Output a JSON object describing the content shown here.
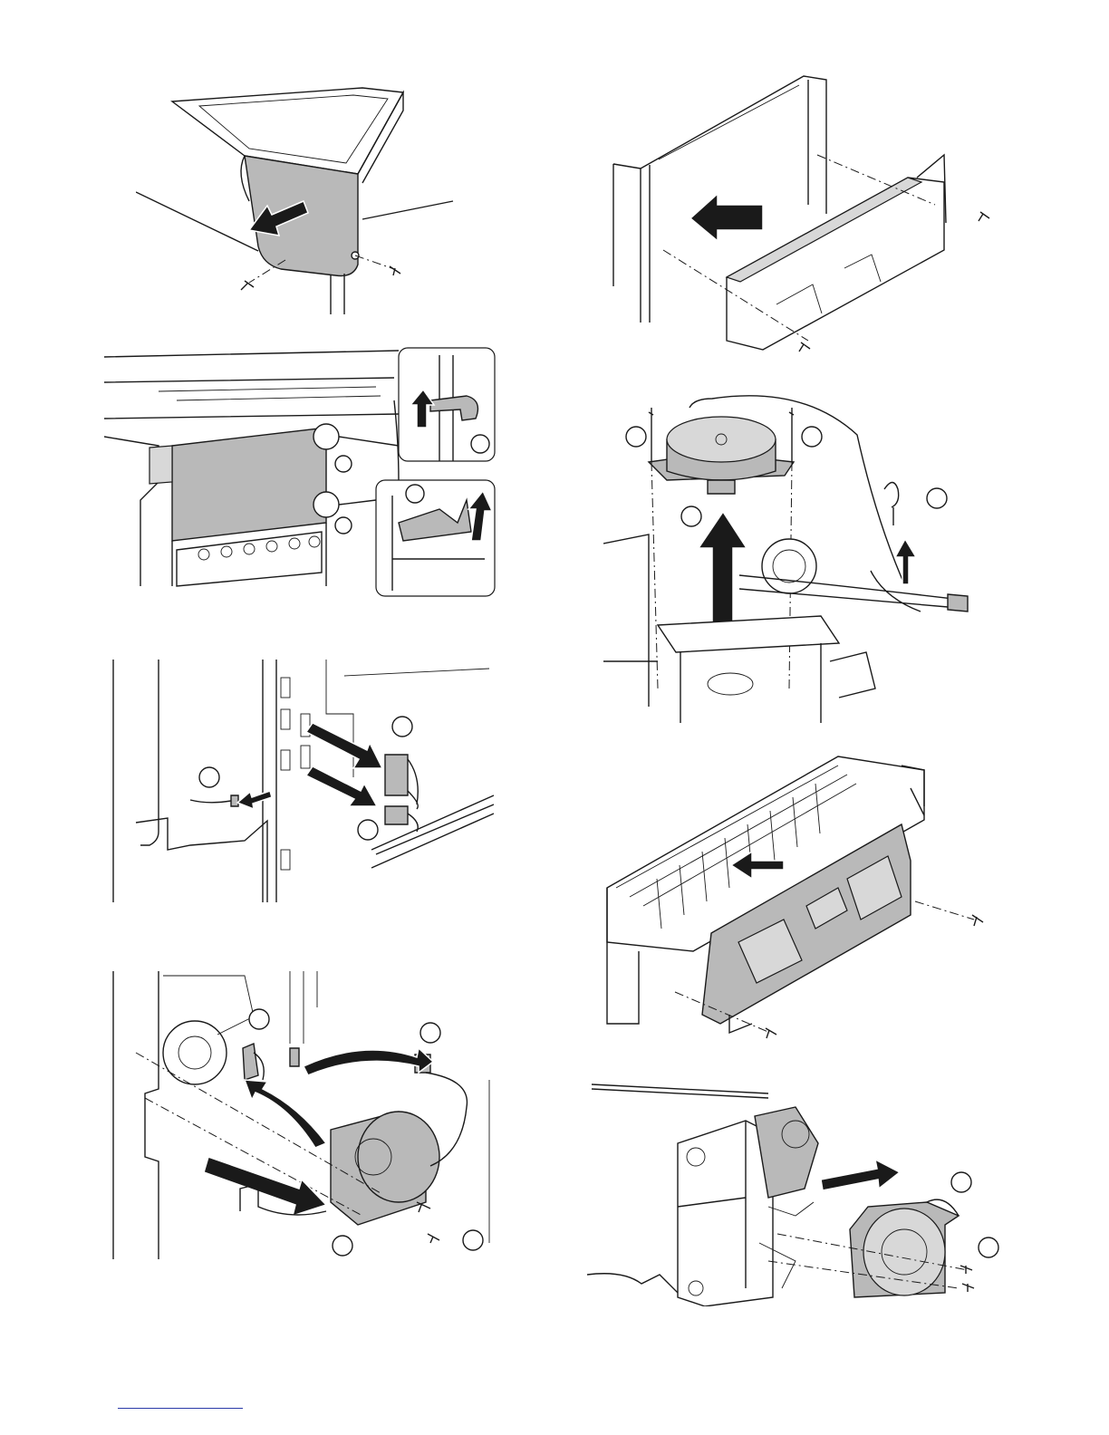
{
  "page": {
    "figures": [
      {
        "id": "fig-1",
        "icon": "cover-removal-diagram"
      },
      {
        "id": "fig-2",
        "icon": "cover-hook-release-diagram"
      },
      {
        "id": "fig-3",
        "icon": "connector-disconnect-diagram"
      },
      {
        "id": "fig-4",
        "icon": "motor-removal-diagram"
      },
      {
        "id": "fig-5",
        "icon": "unit-removal-diagram"
      },
      {
        "id": "fig-6",
        "icon": "motor-lift-diagram"
      },
      {
        "id": "fig-7",
        "icon": "cover-unit-removal-diagram"
      },
      {
        "id": "fig-8",
        "icon": "side-motor-removal-diagram"
      }
    ],
    "colors": {
      "line": "#1a1a1a",
      "part_fill": "#b9b9b9",
      "arrow": "#1a1a1a",
      "footer_rule": "#2a3aa8"
    }
  }
}
